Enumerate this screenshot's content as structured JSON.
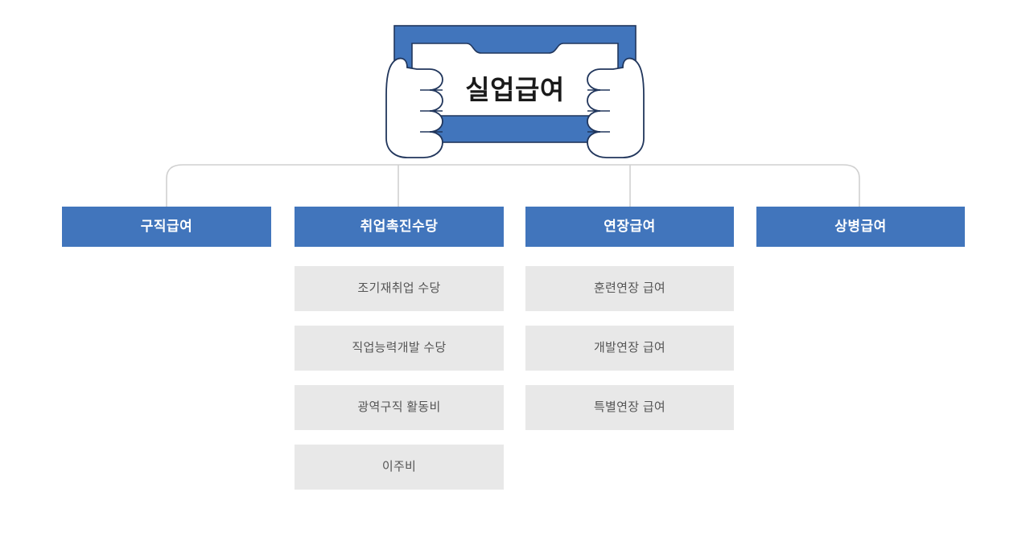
{
  "diagram": {
    "type": "organization-tree",
    "title": "실업급여",
    "root": {
      "label": "실업급여",
      "icon": "hands-holding-sign-icon",
      "fill_color": "#4175bc",
      "text_color": "#1a1a1a"
    },
    "theme": {
      "background": "#ffffff",
      "header_fill": "#4175bc",
      "header_text": "#ffffff",
      "sub_fill": "#e8e8e8",
      "sub_text": "#555555",
      "connector_color": "#d0d0d0"
    },
    "columns": [
      {
        "label": "구직급여",
        "children": []
      },
      {
        "label": "취업촉진수당",
        "children": [
          "조기재취업 수당",
          "직업능력개발 수당",
          "광역구직 활동비",
          "이주비"
        ]
      },
      {
        "label": "연장급여",
        "children": [
          "훈련연장 급여",
          "개발연장 급여",
          "특별연장 급여"
        ]
      },
      {
        "label": "상병급여",
        "children": []
      }
    ]
  }
}
